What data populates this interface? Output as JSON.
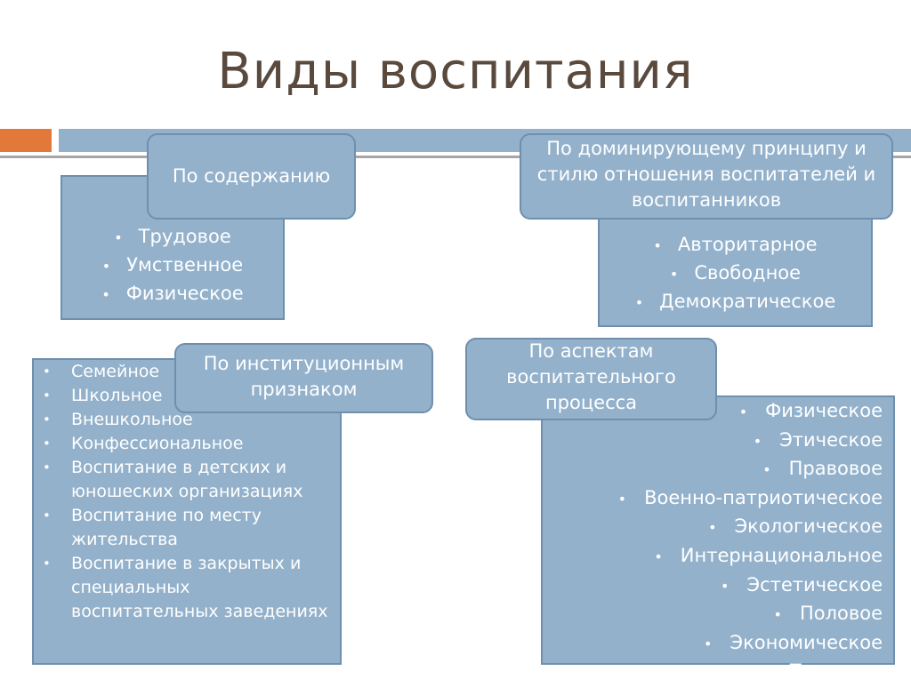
{
  "title": "Виды воспитания",
  "colors": {
    "box_fill": "#93b1cb",
    "box_border": "#6e8fad",
    "accent": "#e2783a",
    "title_text": "#5a4a3e"
  },
  "categories": {
    "content": {
      "label": "По содержанию",
      "items": [
        "Трудовое",
        "Умственное",
        "Физическое"
      ]
    },
    "style": {
      "label": "По доминирующему принципу и стилю отношения воспитателей и воспитанников",
      "items": [
        "Авторитарное",
        "Свободное",
        "Демократическое"
      ]
    },
    "institutional": {
      "label": "По институционным признаком",
      "items": [
        "Семейное",
        "Школьное",
        "Внешкольное",
        "Конфессиональное",
        "Воспитание в детских и юношеских организациях",
        "Воспитание по месту жительства",
        "Воспитание в закрытых и специальных воспитательных заведениях"
      ]
    },
    "aspects": {
      "label": "По аспектам воспитательного процесса",
      "items": [
        "Физическое",
        "Этическое",
        "Правовое",
        "Военно-патриотическое",
        "Экологическое",
        "Интернациональное",
        "Эстетическое",
        "Половое",
        "Экономическое",
        "Трудовое"
      ]
    }
  }
}
